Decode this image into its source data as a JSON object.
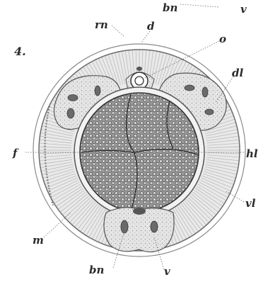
{
  "figure": {
    "number": "4.",
    "labels": {
      "top_bn": "bn",
      "top_v": "v",
      "rn": "rn",
      "d": "d",
      "o": "o",
      "dl": "dl",
      "f": "f",
      "hl": "hl",
      "vl": "vl",
      "m": "m",
      "bn": "bn",
      "v": "v"
    }
  },
  "colors": {
    "ink": "#2a2a2a",
    "paper": "#ffffff",
    "tissue": "#cfcfcf",
    "nerve_fill": "#d9d9d9",
    "cell_dark": "#5a5a5a"
  }
}
